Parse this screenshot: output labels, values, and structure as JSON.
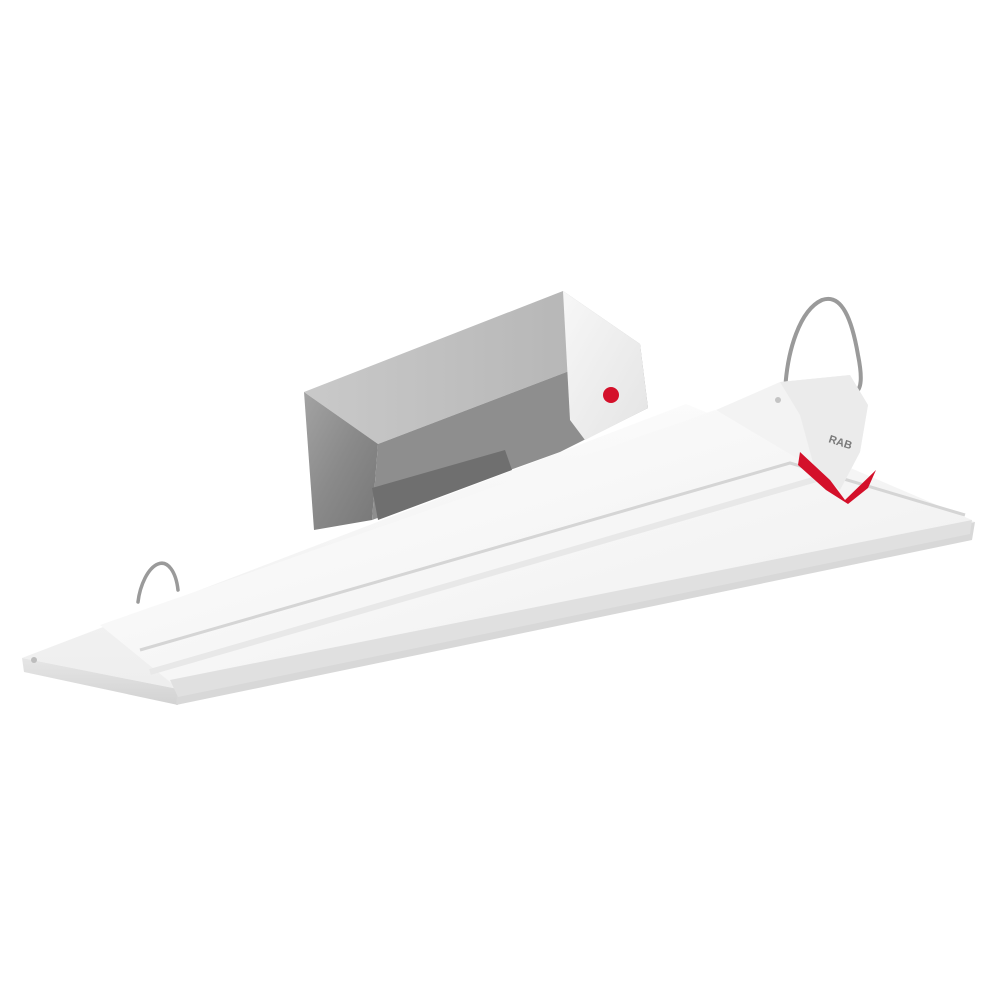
{
  "product": {
    "brand_mark": "RAB",
    "colors": {
      "background": "#ffffff",
      "housing_white": "#f4f4f4",
      "housing_shade": "#e2e2e2",
      "driver_box_gray": "#8c8c8c",
      "accent_red": "#d4102a",
      "hanger_wire": "#9a9a9a"
    },
    "icons": {
      "indicator": "red-indicator-dot",
      "hanger": "wire-hanger-loop"
    }
  }
}
